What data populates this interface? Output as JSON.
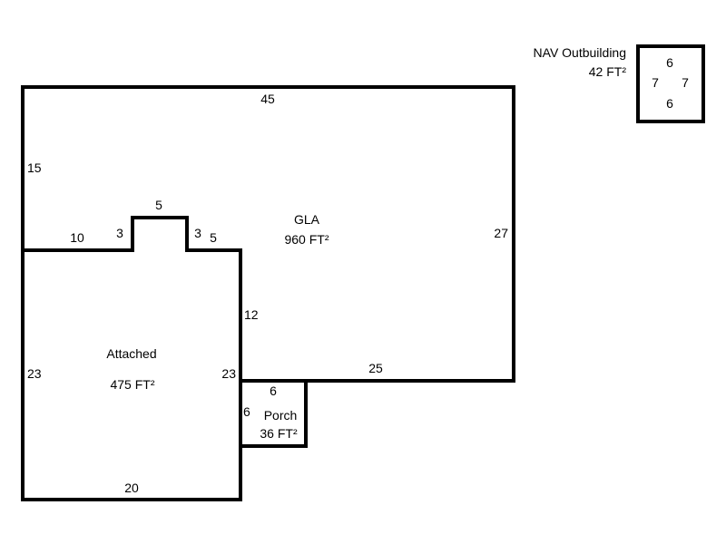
{
  "colors": {
    "line": "#000000",
    "background": "#ffffff"
  },
  "areas": {
    "gla": {
      "name": "GLA",
      "area": "960 FT²"
    },
    "attached": {
      "name": "Attached",
      "area": "475 FT²"
    },
    "porch": {
      "name": "Porch",
      "area": "36 FT²"
    },
    "outbuilding": {
      "name": "NAV Outbuilding",
      "area": "42 FT²"
    }
  },
  "dimensions": {
    "gla_top": "45",
    "gla_left": "15",
    "gla_right": "27",
    "gla_bottom": "25",
    "gla_inner_right": "12",
    "notch_left_run": "10",
    "notch_left_rise": "3",
    "notch_top": "5",
    "notch_right_drop": "3",
    "notch_right_run": "5",
    "attached_left": "23",
    "attached_right": "23",
    "attached_bottom": "20",
    "porch_top": "6",
    "porch_left": "6",
    "out_top": "6",
    "out_left": "7",
    "out_right": "7",
    "out_bottom": "6"
  }
}
